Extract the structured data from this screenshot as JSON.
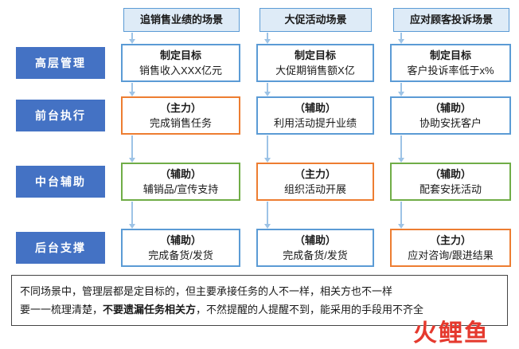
{
  "col_headers": [
    "追销售业绩的场景",
    "大促活动场景",
    "应对顾客投诉场景"
  ],
  "row_labels": [
    "高层管理",
    "前台执行",
    "中台辅助",
    "后台支撑"
  ],
  "cells": [
    [
      {
        "line1": "制定目标",
        "line2": "销售收入XXX亿元",
        "color": "blue"
      },
      {
        "line1": "制定目标",
        "line2": "大促期销售额X亿",
        "color": "blue"
      },
      {
        "line1": "制定目标",
        "line2": "客户投诉率低于x%",
        "color": "blue"
      }
    ],
    [
      {
        "line1": "（主力）",
        "line2": "完成销售任务",
        "color": "orange"
      },
      {
        "line1": "（辅助）",
        "line2": "利用活动提升业绩",
        "color": "blue"
      },
      {
        "line1": "（辅助）",
        "line2": "协助安抚客户",
        "color": "blue"
      }
    ],
    [
      {
        "line1": "（辅助）",
        "line2": "辅销品/宣传支持",
        "color": "green"
      },
      {
        "line1": "（主力）",
        "line2": "组织活动开展",
        "color": "orange"
      },
      {
        "line1": "（辅助）",
        "line2": "配套安抚活动",
        "color": "green"
      }
    ],
    [
      {
        "line1": "（辅助）",
        "line2": "完成备货/发货",
        "color": "blue"
      },
      {
        "line1": "（辅助）",
        "line2": "完成备货/发货",
        "color": "blue"
      },
      {
        "line1": "（主力）",
        "line2": "应对咨询/跟进结果",
        "color": "orange"
      }
    ]
  ],
  "note": {
    "line1": "不同场景中，管理层都是定目标的，但主要承接任务的人不一样，相关方也不一样",
    "line2_pre": "要一一梳理清楚，",
    "line2_bold": "不要遗漏任务相关方",
    "line2_post": "，不然提醒的人提醒不到，能采用的手段用不齐全"
  },
  "watermark": {
    "text": "火鲤鱼"
  },
  "colors": {
    "blue": "#5B9BD5",
    "orange": "#ED7D31",
    "green": "#70AD47",
    "header_fill": "#DEEBF7",
    "row_fill": "#4472C4",
    "arrow": "#9DC3E6"
  }
}
